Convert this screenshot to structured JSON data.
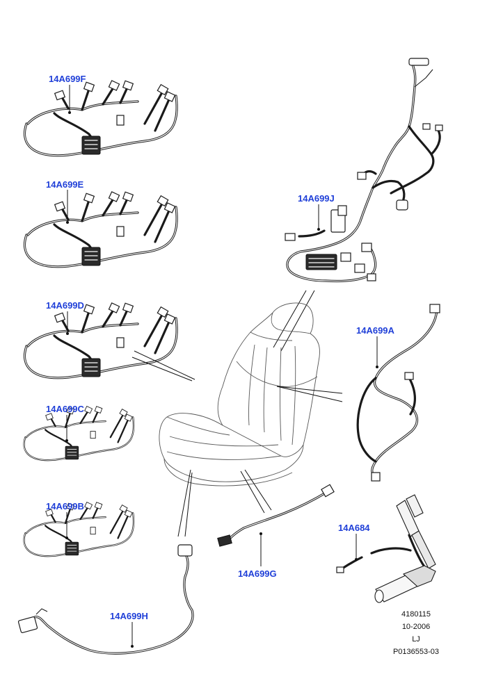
{
  "parts": {
    "f": "14A699F",
    "e": "14A699E",
    "d": "14A699D",
    "c": "14A699C",
    "b": "14A699B",
    "j": "14A699J",
    "a": "14A699A",
    "g": "14A699G",
    "h": "14A699H",
    "belt": "14A684"
  },
  "footer": {
    "code": "4180115",
    "date": "10-2006",
    "initials": "LJ",
    "ref": "P0136553-03"
  },
  "colors": {
    "label": "#1f3fd8",
    "ink": "#1a1a1a"
  }
}
